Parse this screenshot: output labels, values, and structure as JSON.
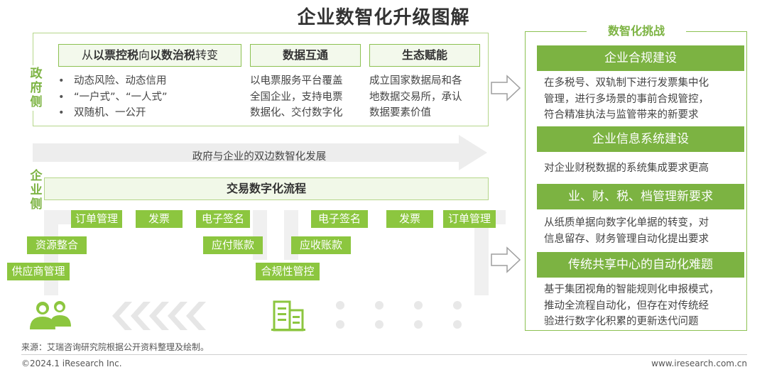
{
  "title": "企业数智化升级图解",
  "gov_label": "政府侧",
  "ent_label": "企业侧",
  "gov": {
    "header1_pre": "从",
    "header1_b1": "以票控税",
    "header1_mid": "向",
    "header1_b2": "以数治税",
    "header1_post": "转变",
    "header2": "数据互通",
    "header3": "生态赋能",
    "bullets": [
      "动态风险、动态信用",
      "“一户式”、“一人式”",
      "双随机、一公开"
    ],
    "col2_lines": [
      "以电票服务平台覆盖",
      "全国企业，支持电票",
      "数据化、交付数字化"
    ],
    "col3_lines": [
      "成立国家数据局和各",
      "地数据交易所，承认",
      "数据要素价值"
    ]
  },
  "arrow_text": "政府与企业的双边数智化发展",
  "process_title": "交易数字化流程",
  "chips": {
    "left_order": "订单管理",
    "left_invoice": "发票",
    "left_esign": "电子签名",
    "resource": "资源整合",
    "payable": "应付账款",
    "supplier": "供应商管理",
    "right_esign": "电子签名",
    "right_invoice": "发票",
    "right_order": "订单管理",
    "receivable": "应收账款",
    "compliance": "合规性管控"
  },
  "right": {
    "title": "数智化挑战",
    "sections": [
      {
        "header": "企业合规建设",
        "lines": [
          "在多税号、双轨制下进行发票集中化",
          "管理，进行多场景的事前合规管控，",
          "符合精准执法与监管带来的新要求"
        ]
      },
      {
        "header": "企业信息系统建设",
        "lines": [
          "对企业财税数据的系统集成要求更高"
        ]
      },
      {
        "header": "业、财、税、档管理新要求",
        "lines": [
          "从纸质单据向数字化单据的转变，对",
          "信息留存、财务管理自动化提出要求"
        ]
      },
      {
        "header": "传统共享中心的自动化难题",
        "lines": [
          "基于集团视角的智能规则化申报模式，",
          "推动全流程自动化，但存在对传统经",
          "验进行数字化积累的更新迭代问题"
        ]
      }
    ]
  },
  "colors": {
    "accent": "#7cb342",
    "chip": "#8cc63f",
    "border": "#b5d68a"
  },
  "icons": {
    "people": "people-icon",
    "building": "building-icon",
    "chevrons": "chevron-left-icon"
  },
  "footer": {
    "source": "来源：艾瑞咨询研究院根据公开资料整理及绘制。",
    "copyright": "©2024.1 iResearch Inc.",
    "website": "www.iresearch.com.cn"
  }
}
